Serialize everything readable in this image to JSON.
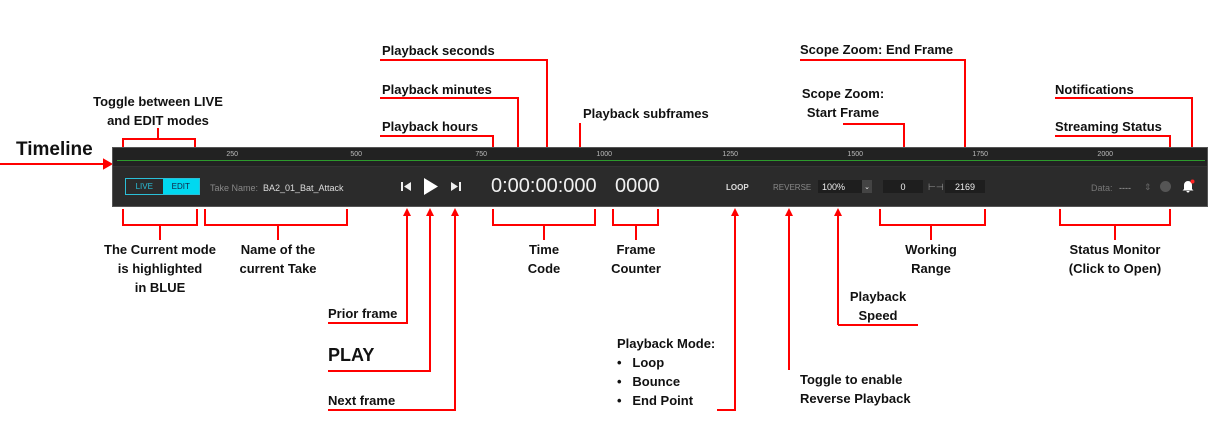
{
  "annotations": {
    "timeline": "Timeline",
    "toggle_mode": [
      "Toggle between LIVE",
      "and EDIT modes"
    ],
    "playback_seconds": "Playback seconds",
    "playback_minutes": "Playback minutes",
    "playback_hours": "Playback hours",
    "playback_subframes": "Playback subframes",
    "scope_end": "Scope Zoom: End Frame",
    "scope_start": [
      "Scope Zoom:",
      "Start Frame"
    ],
    "notifications": "Notifications",
    "streaming_status": "Streaming Status",
    "current_mode": [
      "The Current mode",
      "is highlighted",
      "in BLUE"
    ],
    "take_name": [
      "Name of the",
      "current Take"
    ],
    "prior_frame": "Prior frame",
    "play": "PLAY",
    "next_frame": "Next frame",
    "time_code": [
      "Time",
      "Code"
    ],
    "frame_counter": [
      "Frame",
      "Counter"
    ],
    "playback_mode": {
      "title": "Playback Mode:",
      "items": [
        "Loop",
        "Bounce",
        "End Point"
      ]
    },
    "reverse": [
      "Toggle to enable",
      "Reverse Playback"
    ],
    "playback_speed": [
      "Playback",
      "Speed"
    ],
    "working_range": [
      "Working",
      "Range"
    ],
    "status_monitor": [
      "Status Monitor",
      "(Click to Open)"
    ]
  },
  "toolbar": {
    "ruler_ticks": [
      "250",
      "500",
      "750",
      "1000",
      "1250",
      "1500",
      "1750",
      "2000"
    ],
    "mode_live": "LIVE",
    "mode_edit": "EDIT",
    "take_label": "Take Name:",
    "take_value": "BA2_01_Bat_Attack",
    "timecode": "0:00:00:000",
    "frame": "0000",
    "loop": "LOOP",
    "reverse": "REVERSE",
    "speed": "100%",
    "range_start": "0",
    "range_end": "2169",
    "data_label": "Data:",
    "data_value": "----",
    "colors": {
      "accent": "#00d8f0",
      "annotation": "#ff0000",
      "timeline": "#2d9a2d"
    }
  }
}
